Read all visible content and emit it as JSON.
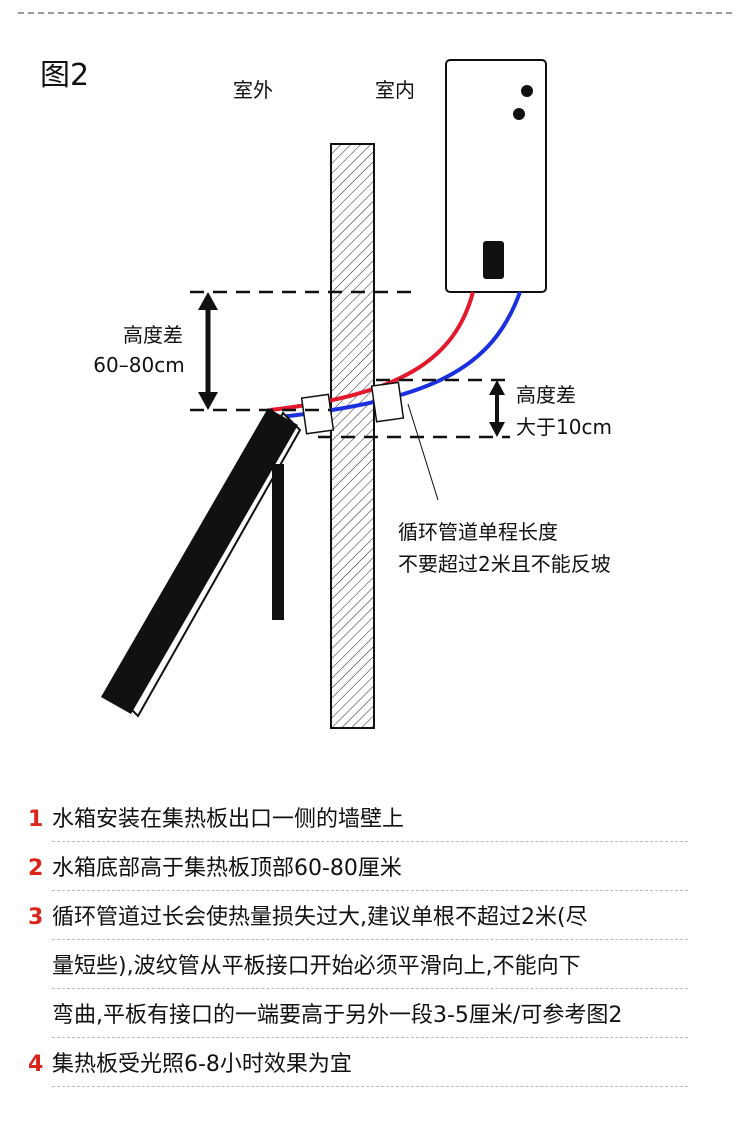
{
  "figure": {
    "label": "图2",
    "outdoor_label": "室外",
    "indoor_label": "室内",
    "height_diff_label_1": "高度差",
    "height_diff_value_1": "60–80cm",
    "height_diff_label_2": "高度差",
    "height_diff_value_2": "大于10cm",
    "pipe_note_1": "循环管道单程长度",
    "pipe_note_2": "不要超过2米且不能反坡",
    "colors": {
      "hot_pipe": "#e3182c",
      "cold_pipe": "#1a2fe0",
      "accent": "#d9251c"
    }
  },
  "notes": [
    {
      "number": "1",
      "lines": [
        "水箱安装在集热板出口一侧的墙壁上"
      ]
    },
    {
      "number": "2",
      "lines": [
        "水箱底部高于集热板顶部60-80厘米"
      ]
    },
    {
      "number": "3",
      "lines": [
        "循环管道过长会使热量损失过大,建议单根不超过2米(尽",
        "量短些),波纹管从平板接口开始必须平滑向上,不能向下",
        "弯曲,平板有接口的一端要高于另外一段3-5厘米/可参考图2"
      ]
    },
    {
      "number": "4",
      "lines": [
        "集热板受光照6-8小时效果为宜"
      ]
    }
  ]
}
